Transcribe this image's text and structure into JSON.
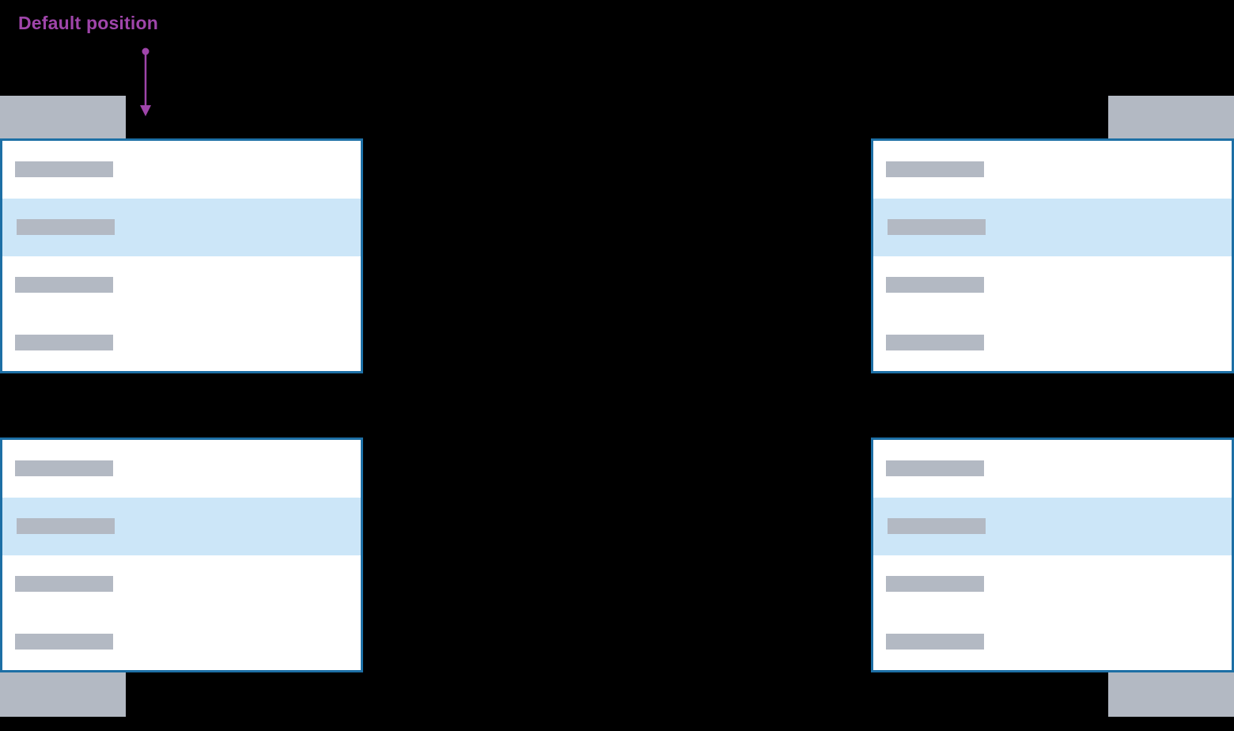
{
  "annotation": {
    "label": "Default position",
    "color": "#9f45aa"
  },
  "colors": {
    "background": "#000000",
    "panel_background": "#ffffff",
    "panel_border": "#1d6fa5",
    "selected_item_background": "#cce6f8",
    "placeholder_bar": "#b3b9c3",
    "trigger_button": "#b3b9c3"
  },
  "dropdowns": [
    {
      "position": "top-left",
      "items": [
        {
          "selected": false
        },
        {
          "selected": true
        },
        {
          "selected": false
        },
        {
          "selected": false
        }
      ]
    },
    {
      "position": "top-right",
      "items": [
        {
          "selected": false
        },
        {
          "selected": true
        },
        {
          "selected": false
        },
        {
          "selected": false
        }
      ]
    },
    {
      "position": "bottom-left",
      "items": [
        {
          "selected": false
        },
        {
          "selected": true
        },
        {
          "selected": false
        },
        {
          "selected": false
        }
      ]
    },
    {
      "position": "bottom-right",
      "items": [
        {
          "selected": false
        },
        {
          "selected": true
        },
        {
          "selected": false
        },
        {
          "selected": false
        }
      ]
    }
  ]
}
